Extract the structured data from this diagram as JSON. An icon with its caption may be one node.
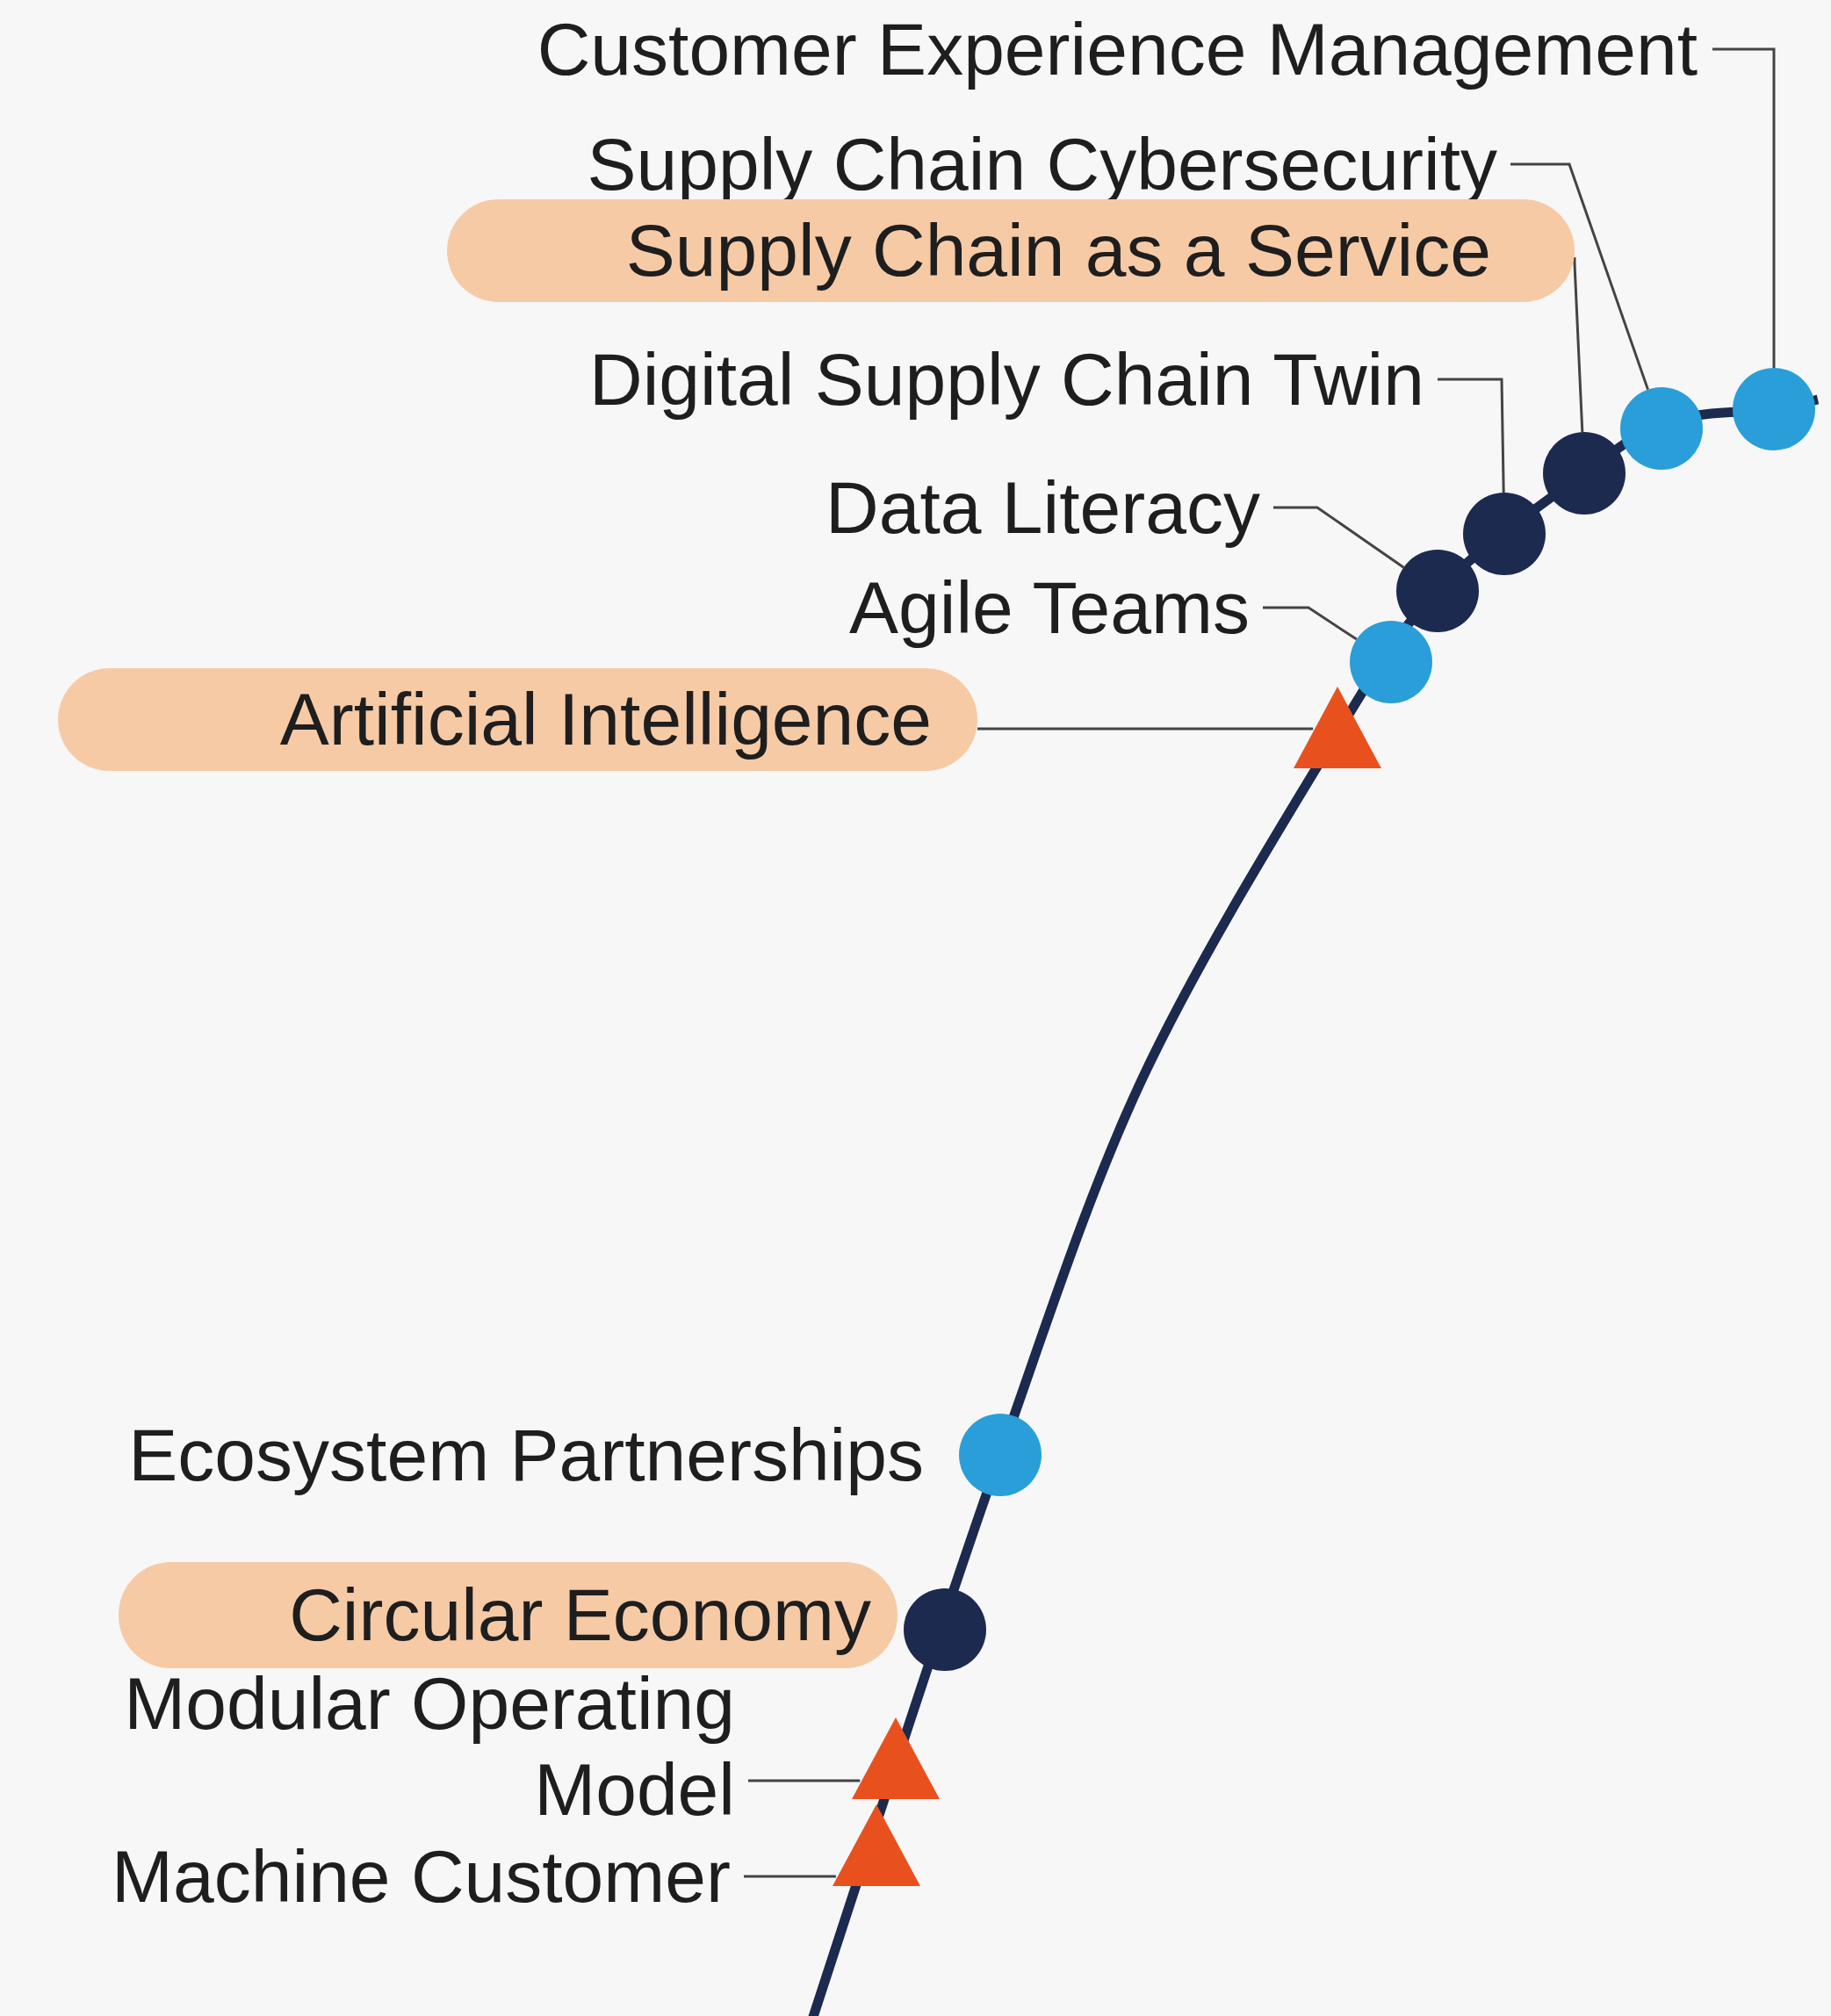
{
  "diagram": {
    "nodes": [
      {
        "text": [
          "Customer Experience Management"
        ]
      },
      {
        "text": [],
        "shape": "circle"
      },
      {
        "text": [
          "Supply Chain Cybersecurity"
        ]
      },
      {
        "text": [],
        "shape": "circle"
      },
      {
        "text": [
          "Supply Chain as a Service"
        ]
      },
      {
        "text": [],
        "shape": "circle"
      },
      {
        "text": [
          "Digital Supply Chain Twin"
        ]
      },
      {
        "text": [],
        "shape": "circle"
      },
      {
        "text": [
          "Data Literacy"
        ]
      },
      {
        "text": [],
        "shape": "circle"
      },
      {
        "text": [
          "Agile Teams"
        ]
      },
      {
        "text": [],
        "shape": "circle"
      },
      {
        "text": [
          "Artificial Intelligence"
        ]
      },
      {
        "text": [],
        "shape": "triangle"
      },
      {
        "text": [],
        "shape": "circle",
        "beside": [
          "Ecosystem Partnerships"
        ]
      },
      {
        "text": [
          "Circular Economy"
        ]
      },
      {
        "text": [],
        "shape": "circle"
      },
      {
        "text": [
          "Modular Operating Model"
        ]
      },
      {
        "text": [],
        "shape": "triangle"
      },
      {
        "text": [
          "Machine Customer"
        ]
      },
      {
        "text": [],
        "shape": "triangle"
      }
    ],
    "edges": [
      {
        "from": 0,
        "to": 1,
        "arrow": "none"
      },
      {
        "from": 2,
        "to": 3,
        "arrow": "none"
      },
      {
        "from": 4,
        "to": 5,
        "arrow": "none"
      },
      {
        "from": 6,
        "to": 7,
        "arrow": "none"
      },
      {
        "from": 8,
        "to": 9,
        "arrow": "none"
      },
      {
        "from": 10,
        "to": 11,
        "arrow": "none"
      },
      {
        "from": 12,
        "to": 13,
        "arrow": "none"
      },
      {
        "from": 17,
        "to": 18,
        "arrow": "none"
      },
      {
        "from": 19,
        "to": 20,
        "arrow": "none"
      }
    ]
  }
}
